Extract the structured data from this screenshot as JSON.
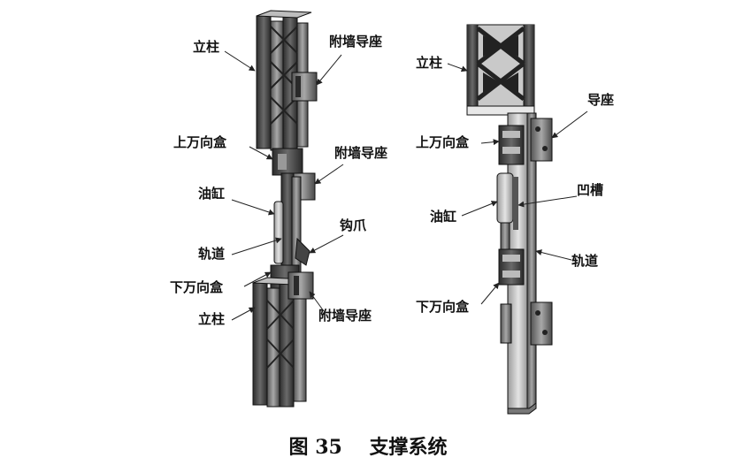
{
  "caption": "图 35    支撑系统",
  "left_figure": {
    "labels": {
      "column_top": "立柱",
      "wall_seat_top": "附墙导座",
      "upper_box": "上万向盒",
      "wall_seat_mid": "附墙导座",
      "cylinder": "油缸",
      "hook": "钩爪",
      "track": "轨道",
      "lower_box": "下万向盒",
      "column_bottom": "立柱",
      "wall_seat_bottom": "附墙导座"
    }
  },
  "right_figure": {
    "labels": {
      "column": "立柱",
      "guide_seat": "导座",
      "upper_box": "上万向盒",
      "groove": "凹槽",
      "cylinder": "油缸",
      "track": "轨道",
      "lower_box": "下万向盒"
    }
  }
}
